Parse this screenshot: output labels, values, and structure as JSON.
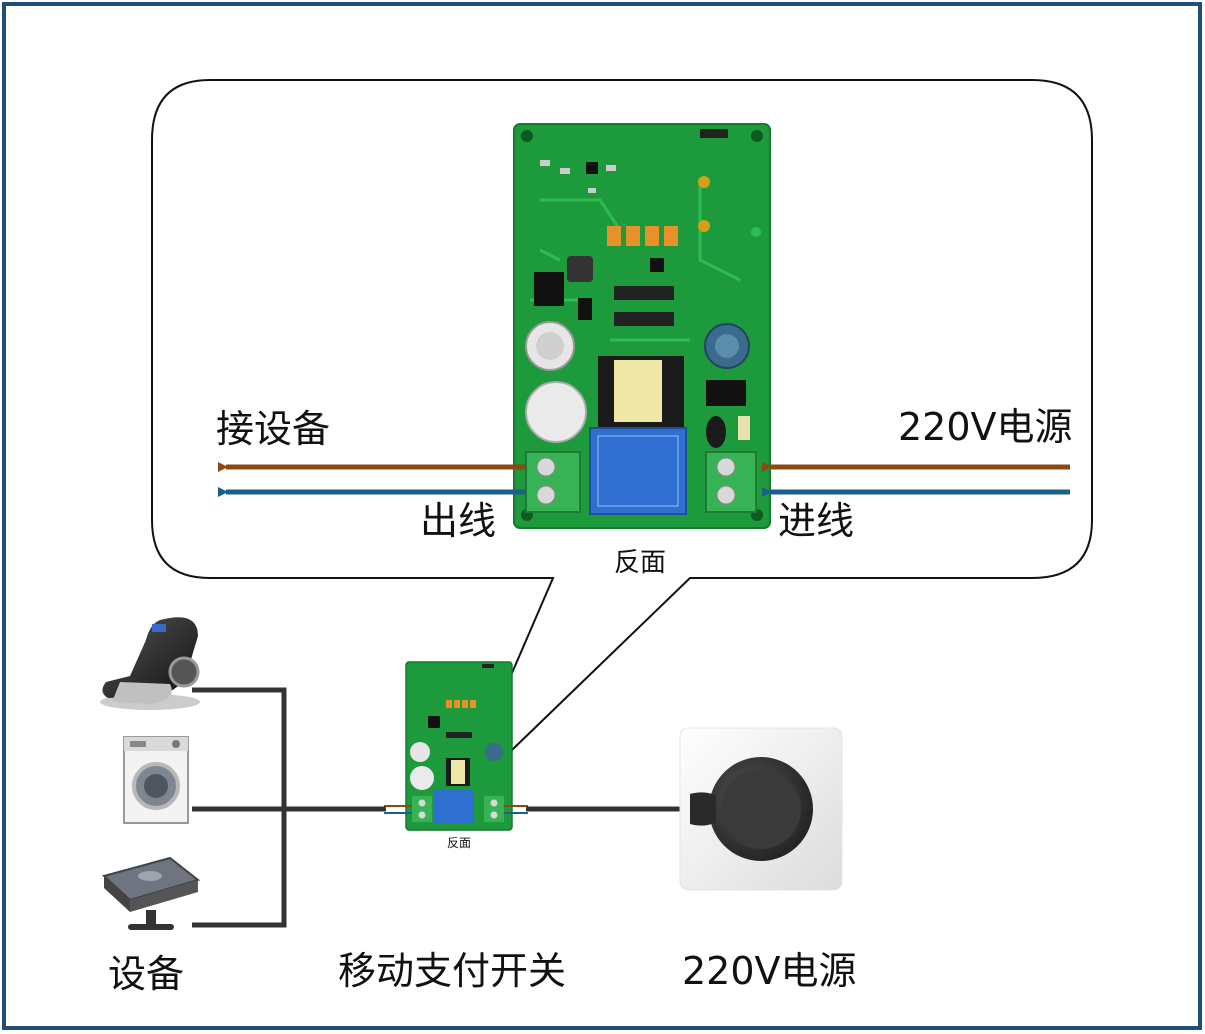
{
  "callout": {
    "left_label": "接设备",
    "right_label": "220V电源",
    "out_label": "出线",
    "in_label": "进线",
    "back_label": "反面"
  },
  "board_small": {
    "back_label": "反面"
  },
  "bottom": {
    "devices_label": "设备",
    "switch_label": "移动支付开关",
    "power_label": "220V电源"
  },
  "colors": {
    "frame": "#1f4e79",
    "live_wire": "#8b4a12",
    "neutral_wire": "#1b5f8a",
    "pcb_green": "#1c9a3c",
    "relay_blue": "#2f6fd0",
    "cable": "#333333"
  },
  "icons": {
    "device_1": "massage-chair-icon",
    "device_2": "washing-machine-icon",
    "device_3": "card-reader-icon",
    "power": "wall-socket-icon"
  }
}
